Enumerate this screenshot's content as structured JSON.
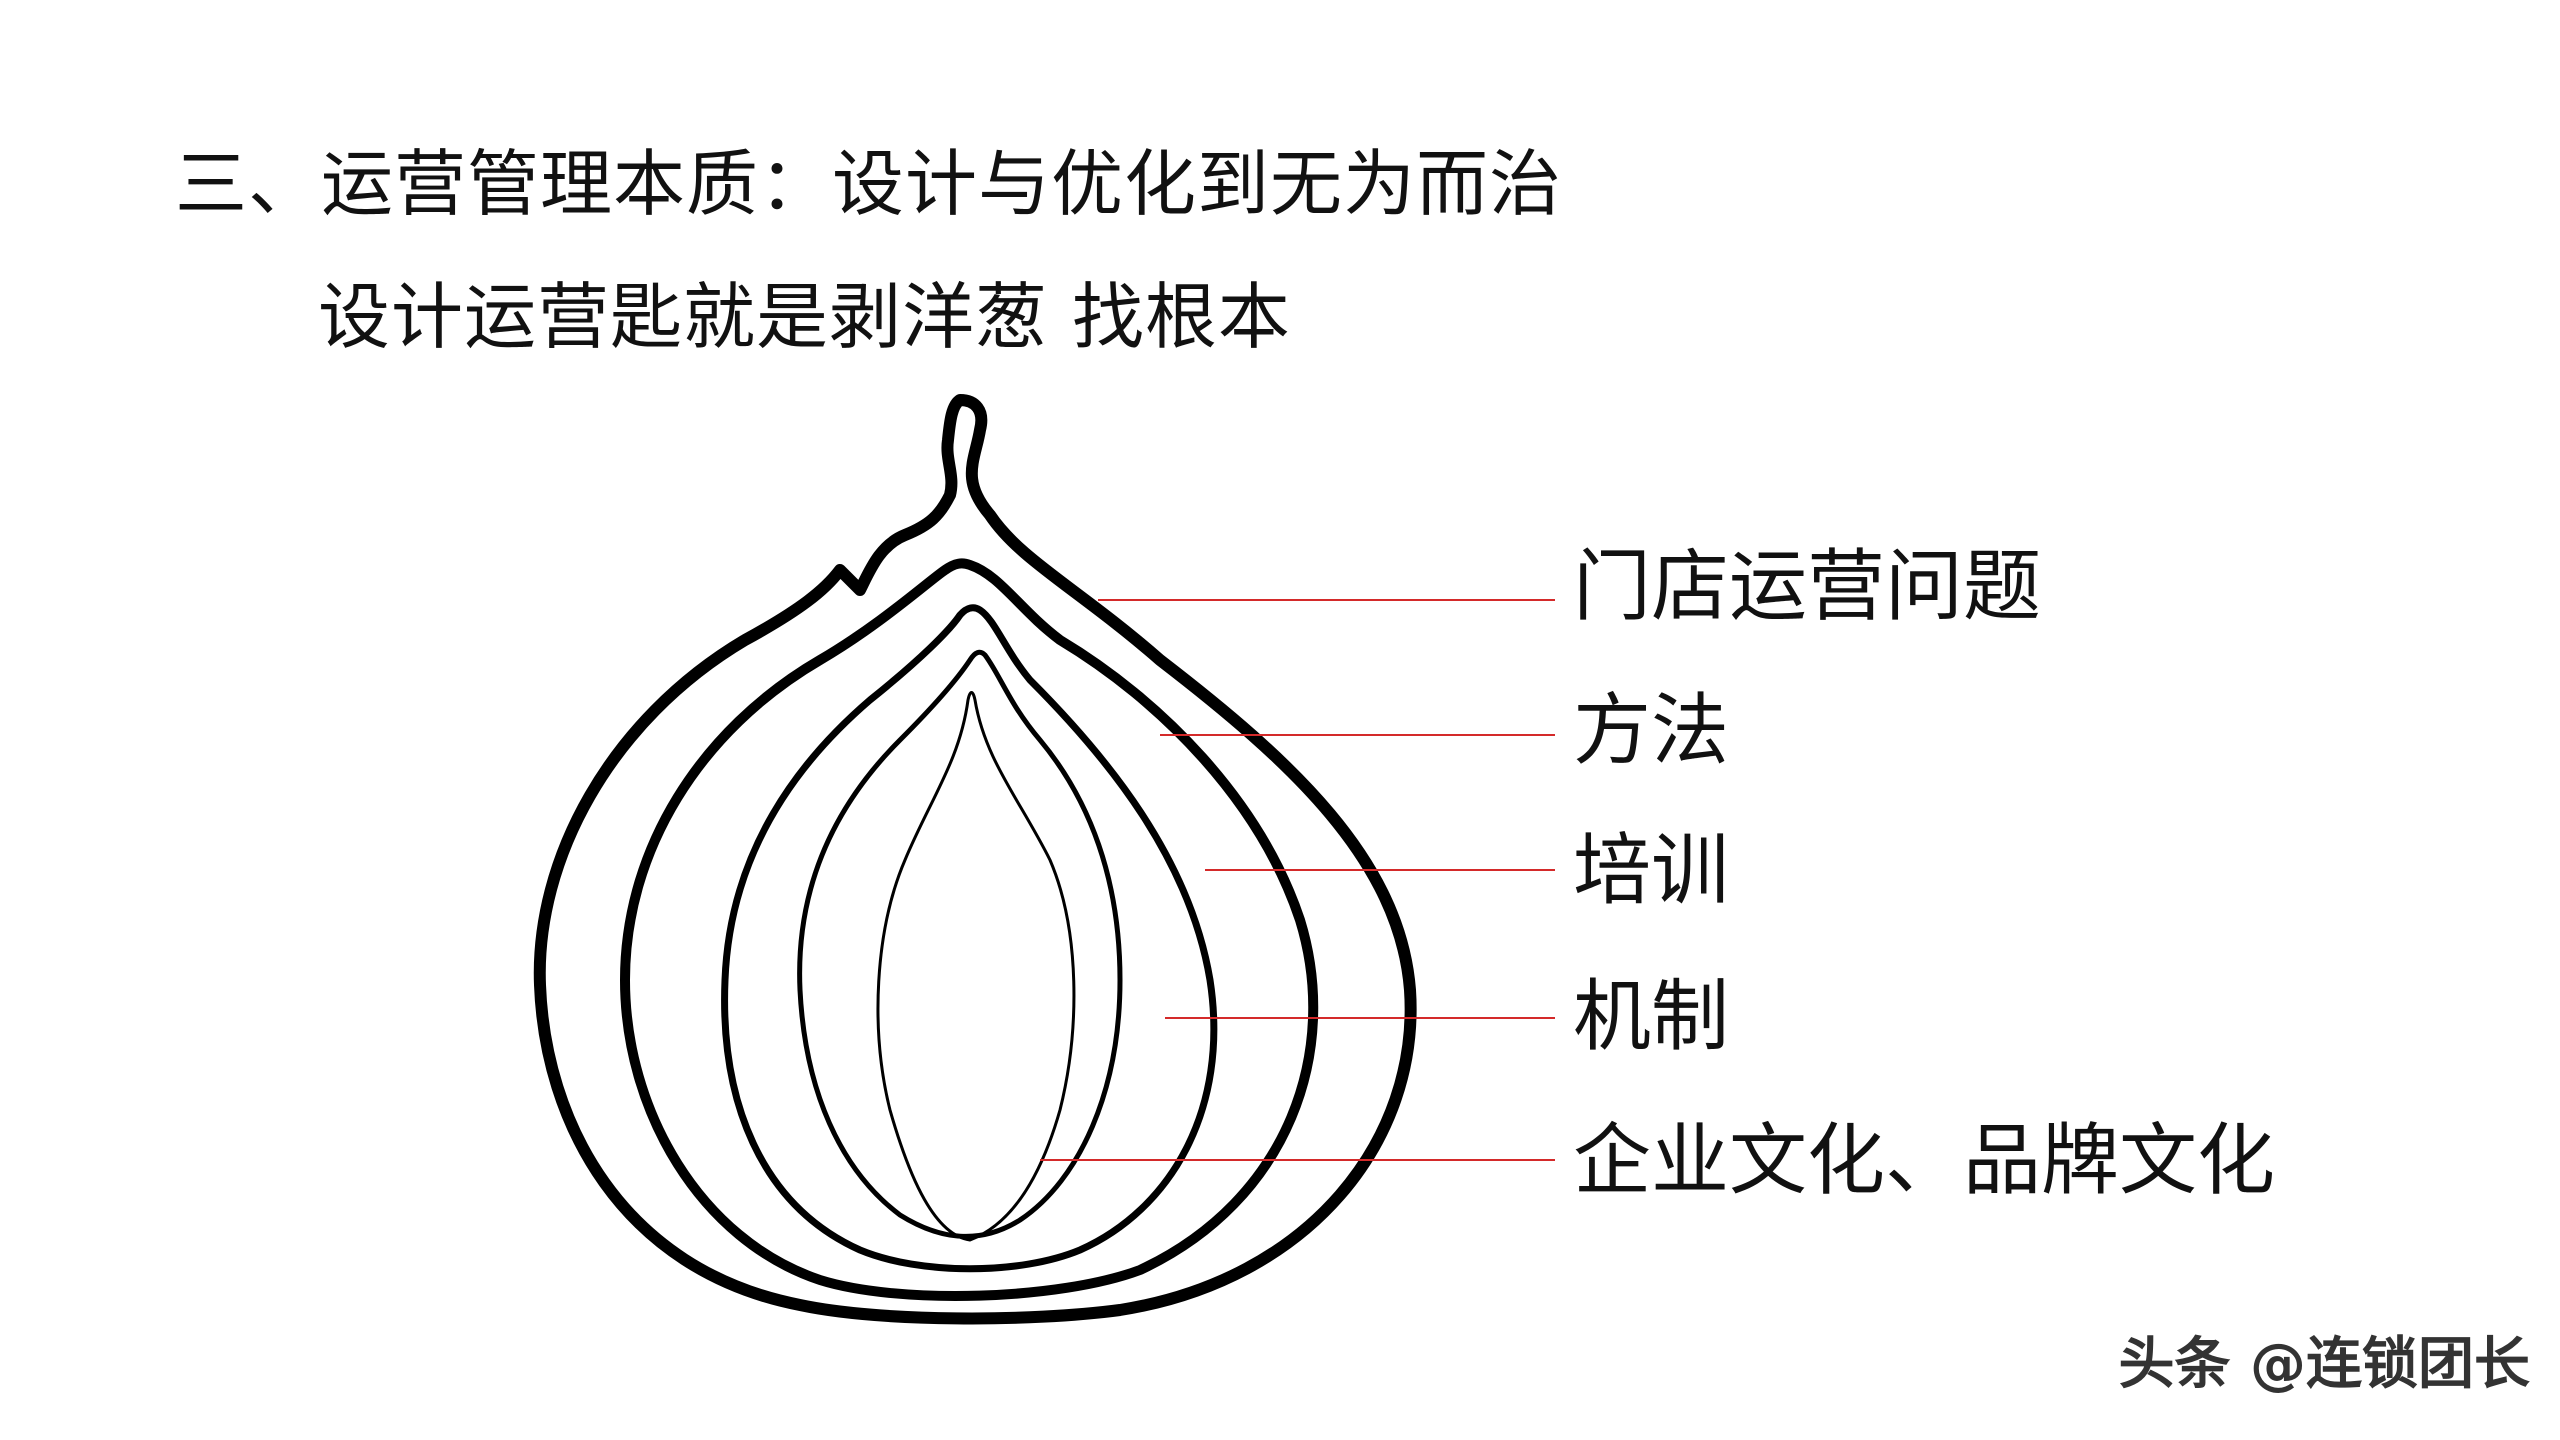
{
  "heading": "三、运营管理本质：设计与优化到无为而治",
  "subheading": "设计运营匙就是剥洋葱  找根本",
  "layers": [
    {
      "label": "门店运营问题"
    },
    {
      "label": "方法"
    },
    {
      "label": "培训"
    },
    {
      "label": "机制"
    },
    {
      "label": "企业文化、品牌文化"
    }
  ],
  "watermark": "头条 @连锁团长",
  "colors": {
    "outline": "#000000",
    "leader_line": "#d42a2a",
    "text": "#111111"
  }
}
